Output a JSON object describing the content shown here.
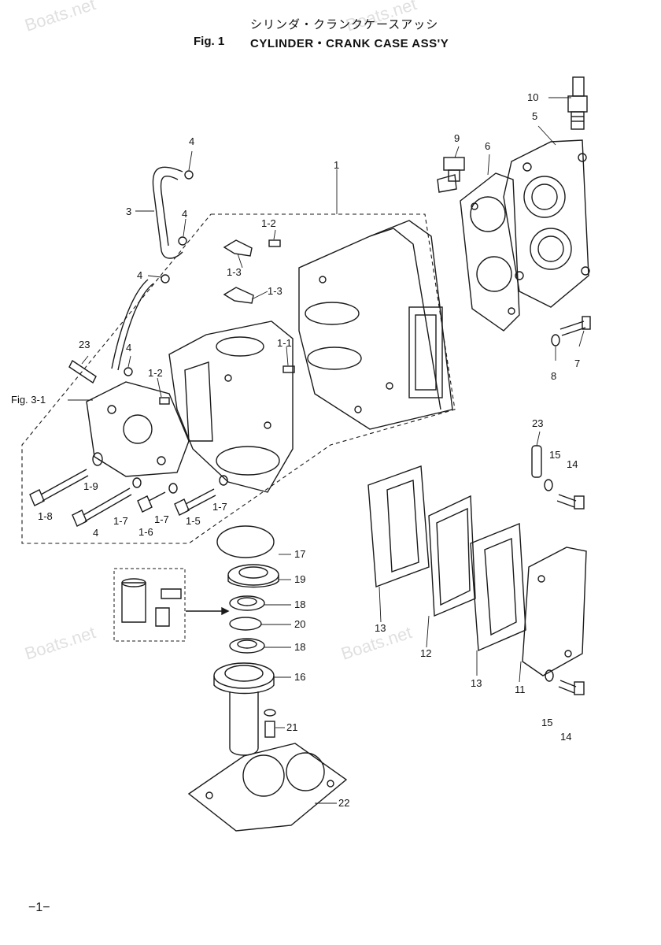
{
  "header": {
    "title_jp": "シリンダ・クランクケースアッシ",
    "fig_number": "Fig. 1",
    "title_en": "CYLINDER・CRANK CASE ASS'Y"
  },
  "page_number": "−1−",
  "watermark": "Boats.net",
  "reference": "Fig. 3-1",
  "callouts": {
    "p1": "1",
    "p1_1": "1-1",
    "p1_2a": "1-2",
    "p1_2b": "1-2",
    "p1_3a": "1-3",
    "p1_3b": "1-3",
    "p1_4": "4",
    "p1_5": "1-5",
    "p1_6": "1-6",
    "p1_7a": "1-7",
    "p1_7b": "1-7",
    "p1_7c": "1-7",
    "p1_8": "1-8",
    "p1_9": "1-9",
    "p3": "3",
    "p4a": "4",
    "p4b": "4",
    "p4c": "4",
    "p4d": "4",
    "p5": "5",
    "p6": "6",
    "p7": "7",
    "p8": "8",
    "p9": "9",
    "p10": "10",
    "p11": "11",
    "p12": "12",
    "p13a": "13",
    "p13b": "13",
    "p14a": "14",
    "p14b": "14",
    "p15a": "15",
    "p15b": "15",
    "p16": "16",
    "p17": "17",
    "p18a": "18",
    "p18b": "18",
    "p19": "19",
    "p20": "20",
    "p21": "21",
    "p22": "22",
    "p23a": "23",
    "p23b": "23"
  },
  "colors": {
    "line": "#1a1a1a",
    "paper": "#ffffff",
    "watermark": "#c8c8c8"
  }
}
